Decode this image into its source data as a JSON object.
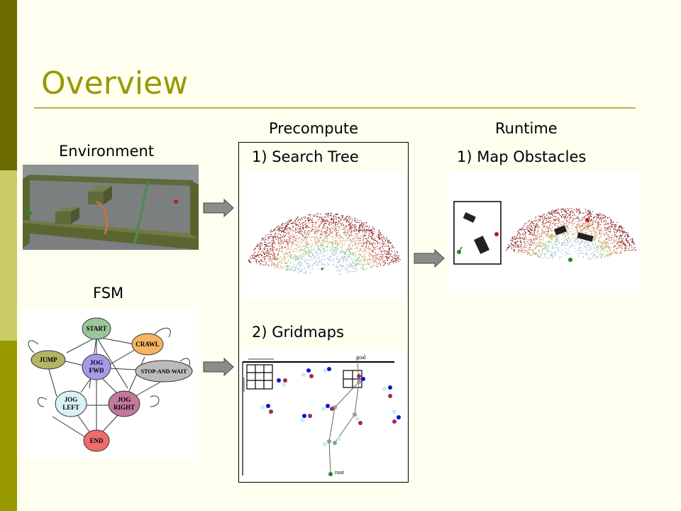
{
  "slide": {
    "title": "Overview"
  },
  "labels": {
    "precompute": "Precompute",
    "runtime": "Runtime",
    "environment": "Environment",
    "fsm": "FSM",
    "search_tree": "1) Search Tree",
    "gridmaps": "2) Gridmaps",
    "map_obstacles": "1) Map Obstacles"
  },
  "fsm_states": {
    "start": "START",
    "jump": "JUMP",
    "crawl": "CRAWL",
    "jog_fwd_1": "JOG",
    "jog_fwd_2": "FWD",
    "stop_and_wait": "STOP-AND-WAIT",
    "jog_left_1": "JOG",
    "jog_left_2": "LEFT",
    "jog_right_1": "JOG",
    "jog_right_2": "RIGHT",
    "end": "END"
  },
  "gridmap_labels": {
    "goal": "goal",
    "root": "root"
  },
  "colors": {
    "accent": "#999900",
    "strip_dark": "#6b6b00",
    "strip_light": "#cccc66",
    "background": "#fffff0"
  }
}
